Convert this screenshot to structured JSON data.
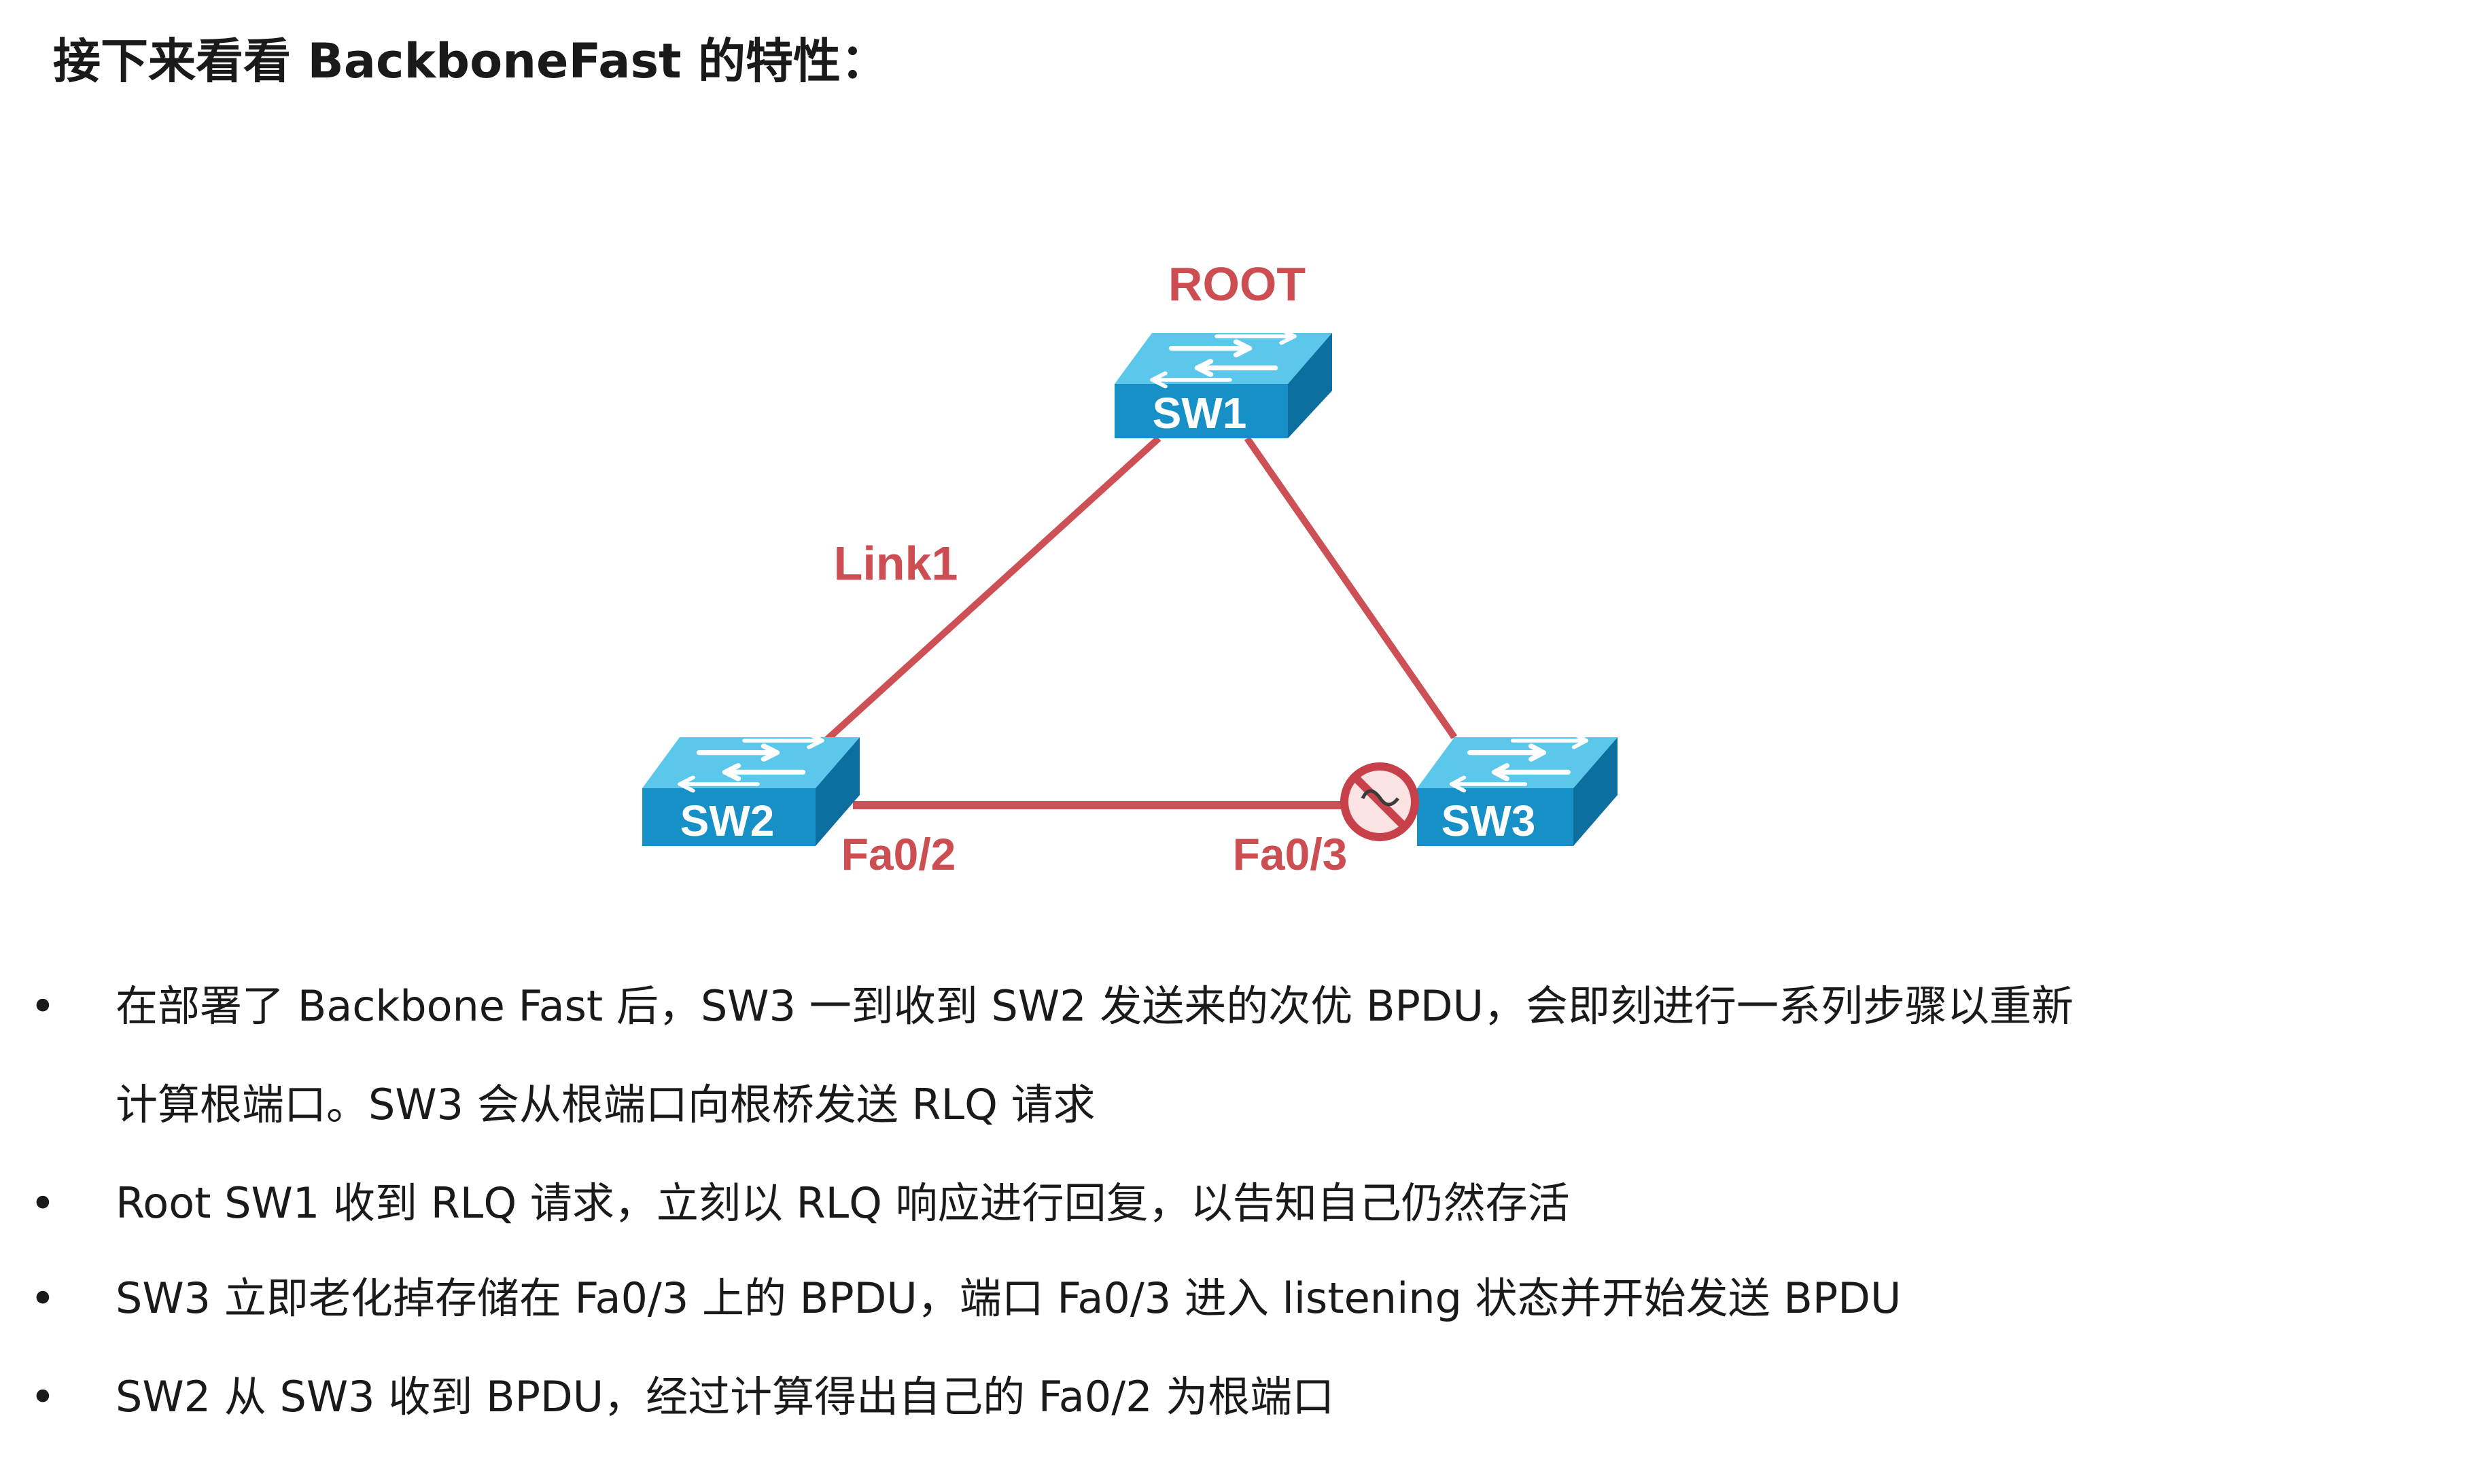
{
  "heading": "接下来看看 BackboneFast 的特性：",
  "colors": {
    "link": "#cc5055",
    "switch_top": "#5bc7ea",
    "switch_front": "#1690c6",
    "switch_side": "#0c6f9f",
    "label_red": "#cc4d52"
  },
  "diagram": {
    "root_label": "ROOT",
    "link1_label": "Link1",
    "switches": {
      "sw1": "SW1",
      "sw2": "SW2",
      "sw3": "SW3"
    },
    "ports": {
      "sw2_port": "Fa0/2",
      "sw3_port": "Fa0/3"
    },
    "blocked_icon": "blocked-port-icon"
  },
  "bullets": [
    {
      "lines": [
        "在部署了 Backbone  Fast 后，SW3 一到收到 SW2 发送来的次优 BPDU，会即刻进行一系列步骤以重新",
        "计算根端口。SW3 会从根端口向根桥发送 RLQ 请求"
      ]
    },
    {
      "lines": [
        "Root SW1 收到 RLQ 请求，立刻以 RLQ 响应进行回复，以告知自己仍然存活"
      ]
    },
    {
      "lines": [
        "SW3 立即老化掉存储在 Fa0/3 上的 BPDU，端口 Fa0/3 进入 listening 状态并开始发送 BPDU"
      ]
    },
    {
      "lines": [
        "SW2 从 SW3 收到 BPDU，经过计算得出自己的 Fa0/2 为根端口"
      ]
    }
  ],
  "bullet_symbol": "•"
}
